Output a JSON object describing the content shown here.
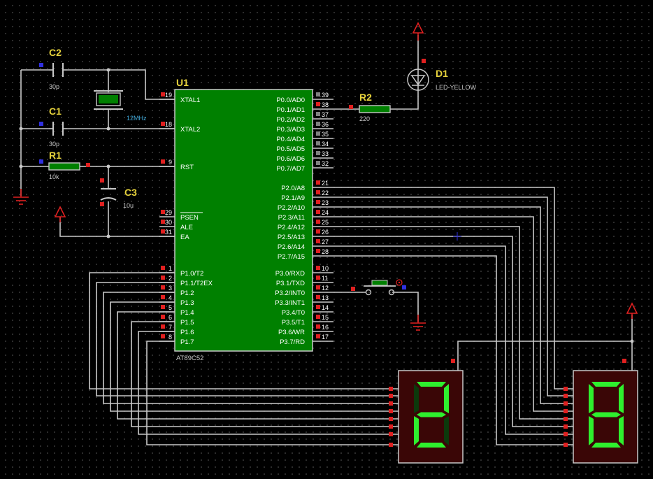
{
  "mcu": {
    "ref": "U1",
    "part": "AT89C52",
    "left_pins": [
      {
        "num": "19",
        "name": "XTAL1"
      },
      {
        "num": "18",
        "name": "XTAL2"
      },
      {
        "num": "9",
        "name": "RST"
      },
      {
        "num": "29",
        "name": "PSEN"
      },
      {
        "num": "30",
        "name": "ALE"
      },
      {
        "num": "31",
        "name": "EA"
      },
      {
        "num": "1",
        "name": "P1.0/T2"
      },
      {
        "num": "2",
        "name": "P1.1/T2EX"
      },
      {
        "num": "3",
        "name": "P1.2"
      },
      {
        "num": "4",
        "name": "P1.3"
      },
      {
        "num": "5",
        "name": "P1.4"
      },
      {
        "num": "6",
        "name": "P1.5"
      },
      {
        "num": "7",
        "name": "P1.6"
      },
      {
        "num": "8",
        "name": "P1.7"
      }
    ],
    "right_pins_p0": [
      {
        "num": "39",
        "name": "P0.0/AD0"
      },
      {
        "num": "38",
        "name": "P0.1/AD1"
      },
      {
        "num": "37",
        "name": "P0.2/AD2"
      },
      {
        "num": "36",
        "name": "P0.3/AD3"
      },
      {
        "num": "35",
        "name": "P0.4/AD4"
      },
      {
        "num": "34",
        "name": "P0.5/AD5"
      },
      {
        "num": "33",
        "name": "P0.6/AD6"
      },
      {
        "num": "32",
        "name": "P0.7/AD7"
      }
    ],
    "right_pins_p2": [
      {
        "num": "21",
        "name": "P2.0/A8"
      },
      {
        "num": "22",
        "name": "P2.1/A9"
      },
      {
        "num": "23",
        "name": "P2.2/A10"
      },
      {
        "num": "24",
        "name": "P2.3/A11"
      },
      {
        "num": "25",
        "name": "P2.4/A12"
      },
      {
        "num": "26",
        "name": "P2.5/A13"
      },
      {
        "num": "27",
        "name": "P2.6/A14"
      },
      {
        "num": "28",
        "name": "P2.7/A15"
      }
    ],
    "right_pins_p3": [
      {
        "num": "10",
        "name": "P3.0/RXD"
      },
      {
        "num": "11",
        "name": "P3.1/TXD"
      },
      {
        "num": "12",
        "name": "P3.2/INT0"
      },
      {
        "num": "13",
        "name": "P3.3/INT1"
      },
      {
        "num": "14",
        "name": "P3.4/T0"
      },
      {
        "num": "15",
        "name": "P3.5/T1"
      },
      {
        "num": "16",
        "name": "P3.6/WR"
      },
      {
        "num": "17",
        "name": "P3.7/RD"
      }
    ]
  },
  "components": {
    "c1": {
      "ref": "C1",
      "value": "30p"
    },
    "c2": {
      "ref": "C2",
      "value": "30p"
    },
    "c3": {
      "ref": "C3",
      "value": "10u"
    },
    "r1": {
      "ref": "R1",
      "value": "10k"
    },
    "r2": {
      "ref": "R2",
      "value": "220"
    },
    "d1": {
      "ref": "D1",
      "value": "LED-YELLOW"
    },
    "crystal": {
      "value": "12MHz"
    }
  },
  "displays": {
    "left_digit": "2",
    "right_digit": "8"
  },
  "colors": {
    "background": "#000000",
    "chip_body": "#008000",
    "wire": "#c8c8c8",
    "ref_label": "#e6d23c",
    "segment_on": "#2ef02e",
    "segment_off": "#0c3a0c",
    "display_body": "#3a0606",
    "power_arrow": "#e02020",
    "pin_marker_red": "#e02020",
    "pin_marker_blue": "#3030e0"
  }
}
